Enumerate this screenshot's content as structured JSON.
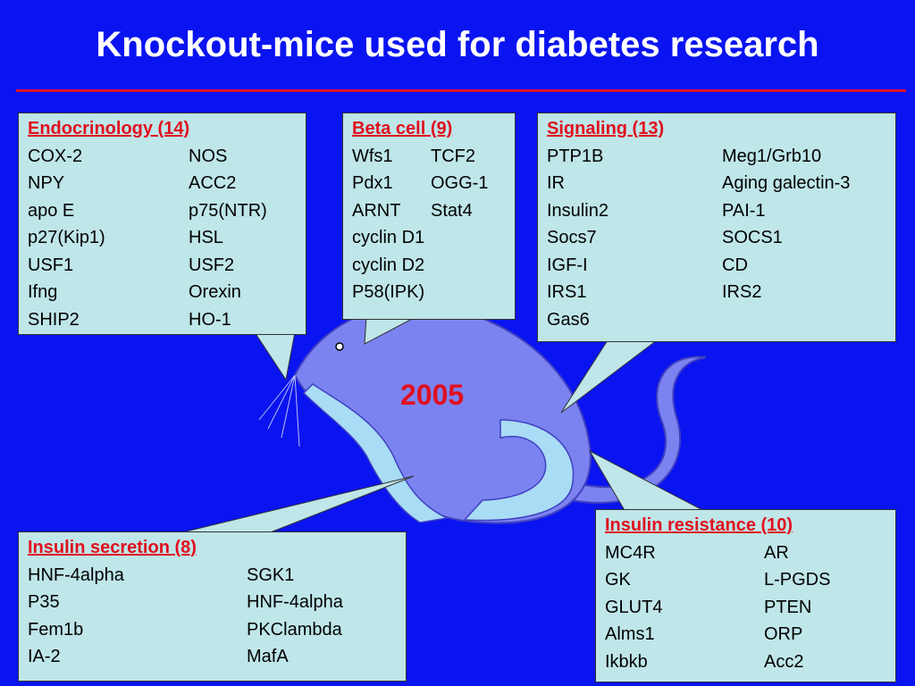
{
  "title": "Knockout-mice used for diabetes research",
  "year": "2005",
  "colors": {
    "background": "#0a14f0",
    "accent_red": "#e0101e",
    "box_fill": "#bfe6e9",
    "mouse_body": "#7b83f0",
    "mouse_light": "#a9dcf5"
  },
  "boxes": {
    "endocrinology": {
      "heading": "Endocrinology (14)",
      "rows": [
        [
          "COX-2",
          "NOS"
        ],
        [
          "NPY",
          "ACC2"
        ],
        [
          "apo E",
          "p75(NTR)"
        ],
        [
          "p27(Kip1)",
          "HSL"
        ],
        [
          "USF1",
          "USF2"
        ],
        [
          "Ifng",
          "Orexin"
        ],
        [
          "SHIP2",
          "HO-1"
        ]
      ]
    },
    "beta_cell": {
      "heading": "Beta cell (9)",
      "rows": [
        [
          "Wfs1",
          "TCF2"
        ],
        [
          "Pdx1",
          "OGG-1"
        ],
        [
          "ARNT",
          "Stat4"
        ],
        [
          "cyclin D1",
          ""
        ],
        [
          "cyclin D2",
          ""
        ],
        [
          "P58(IPK)",
          ""
        ]
      ]
    },
    "signaling": {
      "heading": "Signaling (13)",
      "rows": [
        [
          "PTP1B",
          "Meg1/Grb10"
        ],
        [
          "IR",
          "Aging galectin-3"
        ],
        [
          "Insulin2",
          "PAI-1"
        ],
        [
          "Socs7",
          "SOCS1"
        ],
        [
          "IGF-I",
          "CD"
        ],
        [
          "IRS1",
          "IRS2"
        ],
        [
          "Gas6",
          ""
        ]
      ]
    },
    "insulin_secretion": {
      "heading": "Insulin secretion (8)",
      "rows": [
        [
          "HNF-4alpha",
          "SGK1"
        ],
        [
          "P35",
          "HNF-4alpha"
        ],
        [
          "Fem1b",
          "PKClambda"
        ],
        [
          "IA-2",
          "MafA"
        ]
      ]
    },
    "insulin_resistance": {
      "heading": "Insulin resistance (10)",
      "rows": [
        [
          "MC4R",
          "AR"
        ],
        [
          "GK",
          "L-PGDS"
        ],
        [
          "GLUT4",
          "PTEN"
        ],
        [
          "Alms1",
          "ORP"
        ],
        [
          "Ikbkb",
          "Acc2"
        ]
      ]
    }
  }
}
